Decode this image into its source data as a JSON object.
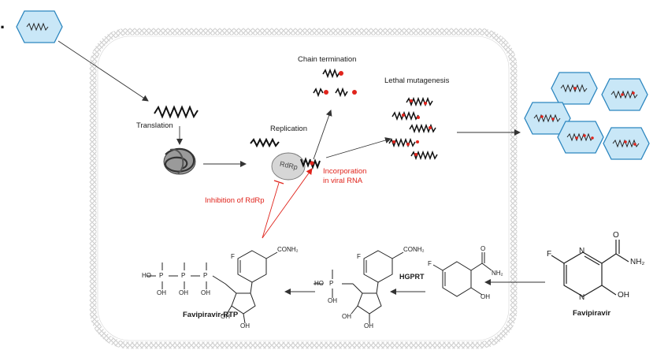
{
  "labels": {
    "translation": "Translation",
    "replication": "Replication",
    "chain_termination": "Chain termination",
    "lethal_mutagenesis": "Lethal mutagenesis",
    "rdrp": "RdRp",
    "incorporation_line1": "Incorporation",
    "incorporation_line2": "in viral RNA",
    "inhibition": "Inhibition of RdRp",
    "hgprt": "HGPRT",
    "favipiravir": "Favipiravir",
    "favipiravir_rtp": "Favipiravir-RTP"
  },
  "chem": {
    "f": "F",
    "n": "N",
    "o": "O",
    "oh": "OH",
    "ho": "HO",
    "p": "P",
    "conh2": "CONH₂",
    "nh2": "NH₂"
  },
  "colors": {
    "accent_red": "#e0241c",
    "virion_fill": "#c9e7f7",
    "virion_stroke": "#2c86bf",
    "membrane": "#bdbdbd",
    "rna": "#111111",
    "rdrp_fill": "#d6d6d6"
  }
}
